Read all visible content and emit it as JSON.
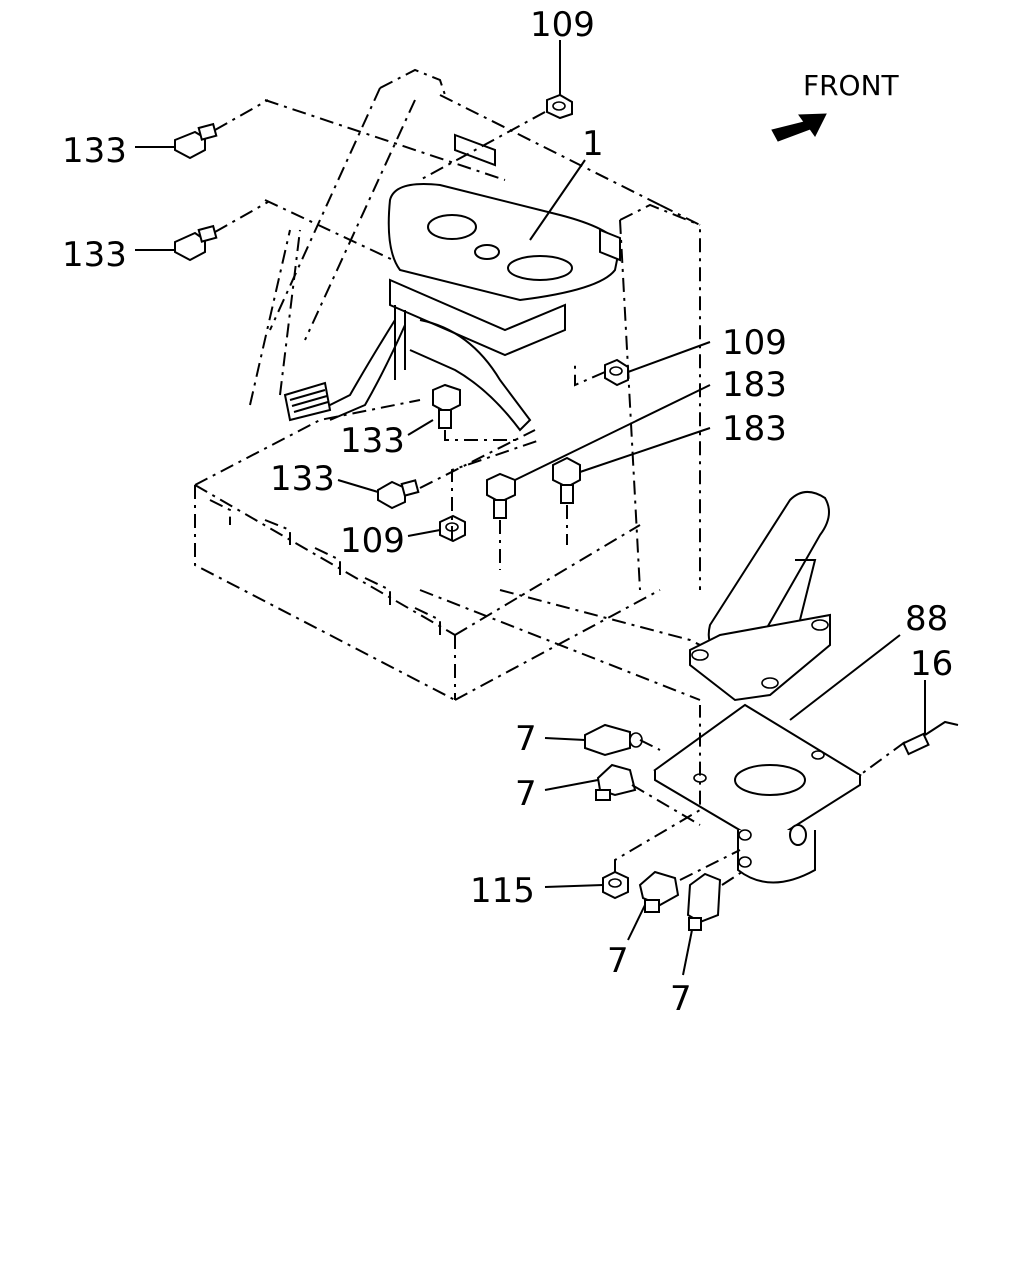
{
  "diagram": {
    "orientation_label": "FRONT",
    "callouts": [
      {
        "id": "c-109-top",
        "text": "109"
      },
      {
        "id": "c-1",
        "text": "1"
      },
      {
        "id": "c-133-a",
        "text": "133"
      },
      {
        "id": "c-133-b",
        "text": "133"
      },
      {
        "id": "c-109-mid",
        "text": "109"
      },
      {
        "id": "c-183-a",
        "text": "183"
      },
      {
        "id": "c-183-b",
        "text": "183"
      },
      {
        "id": "c-133-c",
        "text": "133"
      },
      {
        "id": "c-133-d",
        "text": "133"
      },
      {
        "id": "c-109-low",
        "text": "109"
      },
      {
        "id": "c-88",
        "text": "88"
      },
      {
        "id": "c-16",
        "text": "16"
      },
      {
        "id": "c-7-a",
        "text": "7"
      },
      {
        "id": "c-7-b",
        "text": "7"
      },
      {
        "id": "c-115",
        "text": "115"
      },
      {
        "id": "c-7-c",
        "text": "7"
      },
      {
        "id": "c-7-d",
        "text": "7"
      }
    ]
  }
}
